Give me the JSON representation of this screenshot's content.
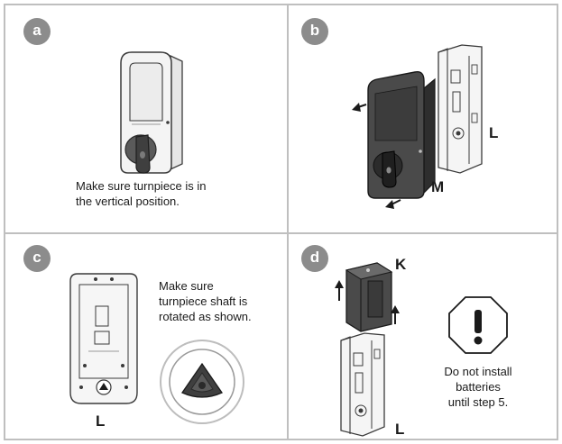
{
  "colors": {
    "badge": "#8c8c8c",
    "divider": "#bfbfbf",
    "line": "#3a3a3a",
    "dark_part": "#4a4a4a",
    "light_part": "#f2f2f2"
  },
  "panels": {
    "a": {
      "badge": "a",
      "caption_line1": "Make sure turnpiece is in",
      "caption_line2": "the vertical position."
    },
    "b": {
      "badge": "b",
      "label_l": "L",
      "label_m": "M"
    },
    "c": {
      "badge": "c",
      "caption_line1": "Make sure",
      "caption_line2": "turnpiece shaft is",
      "caption_line3": "rotated as shown.",
      "label_l": "L"
    },
    "d": {
      "badge": "d",
      "label_k": "K",
      "label_l": "L",
      "warning_line1": "Do not install",
      "warning_line2": "batteries",
      "warning_line3": "until step 5.",
      "warning_symbol": "!"
    }
  }
}
